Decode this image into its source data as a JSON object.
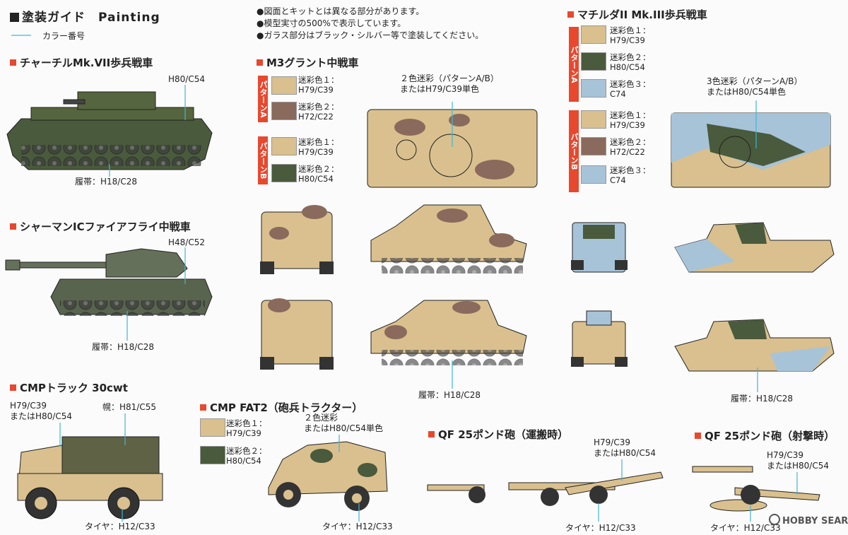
{
  "header": {
    "title": "塗装ガイド　Painting",
    "legend_label": "カラー番号"
  },
  "notes": [
    "●図面とキットとは異なる部分があります。",
    "●模型実寸の500%で表示しています。",
    "●ガラス部分はブラック・シルバー等で塗装してください。"
  ],
  "colors": {
    "accent": "#e8482e",
    "leader": "#3fb6d6",
    "h79": "#d9c08e",
    "h72": "#8a6a5c",
    "h80": "#4a5a3c",
    "c74": "#a7c3d8",
    "h48": "#65705a"
  },
  "churchill": {
    "title": "チャーチルMk.VII歩兵戦車",
    "body": "H80/C54",
    "tracks": "履帯：H18/C28"
  },
  "sherman": {
    "title": "シャーマンICファイアフライ中戦車",
    "body": "H48/C52",
    "tracks": "履帯：H18/C28"
  },
  "cmp_truck": {
    "title": "CMPトラック 30cwt",
    "body_line1": "H79/C39",
    "body_line2": "またはH80/C54",
    "canopy": "幌：H81/C55",
    "tires": "タイヤ：H12/C33"
  },
  "m3": {
    "title": "M3グラント中戦車",
    "pattern_a": "パターンA",
    "pattern_b": "パターンB",
    "a_swatches": [
      {
        "label1": "迷彩色１：",
        "label2": "H79/C39"
      },
      {
        "label1": "迷彩色２：",
        "label2": "H72/C22"
      }
    ],
    "b_swatches": [
      {
        "label1": "迷彩色１：",
        "label2": "H79/C39"
      },
      {
        "label1": "迷彩色２：",
        "label2": "H80/C54"
      }
    ],
    "camo_line1": "２色迷彩（パターンA/B）",
    "camo_line2": "またはH79/C39単色",
    "tracks": "履帯：H18/C28"
  },
  "matilda": {
    "title": "マチルダII Mk.III歩兵戦車",
    "pattern_a": "パターンA",
    "pattern_b": "パターンB",
    "a_swatches": [
      {
        "label1": "迷彩色１：",
        "label2": "H79/C39"
      },
      {
        "label1": "迷彩色２：",
        "label2": "H80/C54"
      },
      {
        "label1": "迷彩色３：",
        "label2": "C74"
      }
    ],
    "b_swatches": [
      {
        "label1": "迷彩色１：",
        "label2": "H79/C39"
      },
      {
        "label1": "迷彩色２：",
        "label2": "H72/C22"
      },
      {
        "label1": "迷彩色３：",
        "label2": "C74"
      }
    ],
    "camo_line1": "3色迷彩（パターンA/B）",
    "camo_line2": "またはH80/C54単色",
    "tracks": "履帯：H18/C28"
  },
  "fat2": {
    "title": "CMP FAT2（砲兵トラクター）",
    "swatches": [
      {
        "label1": "迷彩色１：",
        "label2": "H79/C39"
      },
      {
        "label1": "迷彩色２：",
        "label2": "H80/C54"
      }
    ],
    "camo_line1": "２色迷彩",
    "camo_line2": "またはH80/C54単色",
    "tires": "タイヤ：H12/C33"
  },
  "qf_transport": {
    "title": "QF 25ポンド砲（運搬時）",
    "body_line1": "H79/C39",
    "body_line2": "またはH80/C54",
    "tires": "タイヤ：H12/C33"
  },
  "qf_firing": {
    "title": "QF 25ポンド砲（射撃時）",
    "body_line1": "H79/C39",
    "body_line2": "またはH80/C54",
    "tires": "タイヤ：H12/C33"
  },
  "watermark": "HOBBY SEARCH"
}
